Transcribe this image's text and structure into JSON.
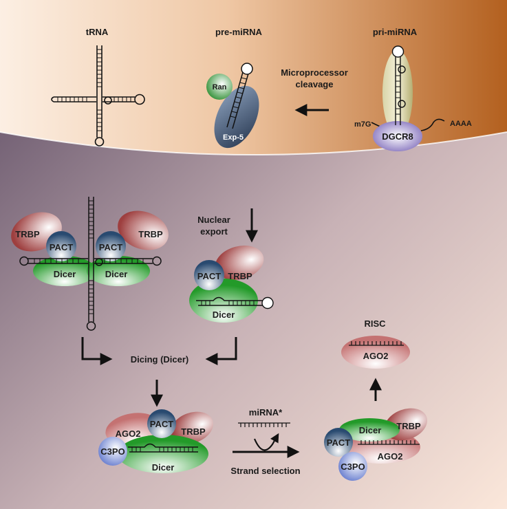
{
  "nucleus": {
    "trna_label": "tRNA",
    "pre_mirna_label": "pre-miRNA",
    "pri_mirna_label": "pri-miRNA",
    "microprocessor_label_1": "Microprocessor",
    "microprocessor_label_2": "cleavage",
    "cap_label": "m7G",
    "polya_label": "AAAA",
    "dgcr8_label": "DGCR8",
    "ran_label": "Ran",
    "exp5_label": "Exp-5"
  },
  "cytoplasm": {
    "nuclear_export_1": "Nuclear",
    "nuclear_export_2": "export",
    "trbp_label": "TRBP",
    "pact_label": "PACT",
    "dicer_label": "Dicer",
    "dicing_label": "Dicing (Dicer)",
    "ago2_label": "AGO2",
    "c3po_label": "C3PO",
    "mirna_star_label": "miRNA*",
    "strand_selection_label": "Strand selection",
    "risc_label": "RISC"
  },
  "colors": {
    "nucleus_light": "#fbeee0",
    "nucleus_dark": "#b3601f",
    "cytoplasm_dark": "#5b4a62",
    "cytoplasm_light": "#fbe7da",
    "trbp": "#a64a4a",
    "pact": "#2d4e73",
    "dicer": "#2f9e33",
    "ago2": "#c98080",
    "c3po": "#6a7fd0",
    "ran": "#2f8f33",
    "exp5": "#3a4c66",
    "dgcr8": "#7a64b8",
    "drosha": "#c9c48a"
  }
}
